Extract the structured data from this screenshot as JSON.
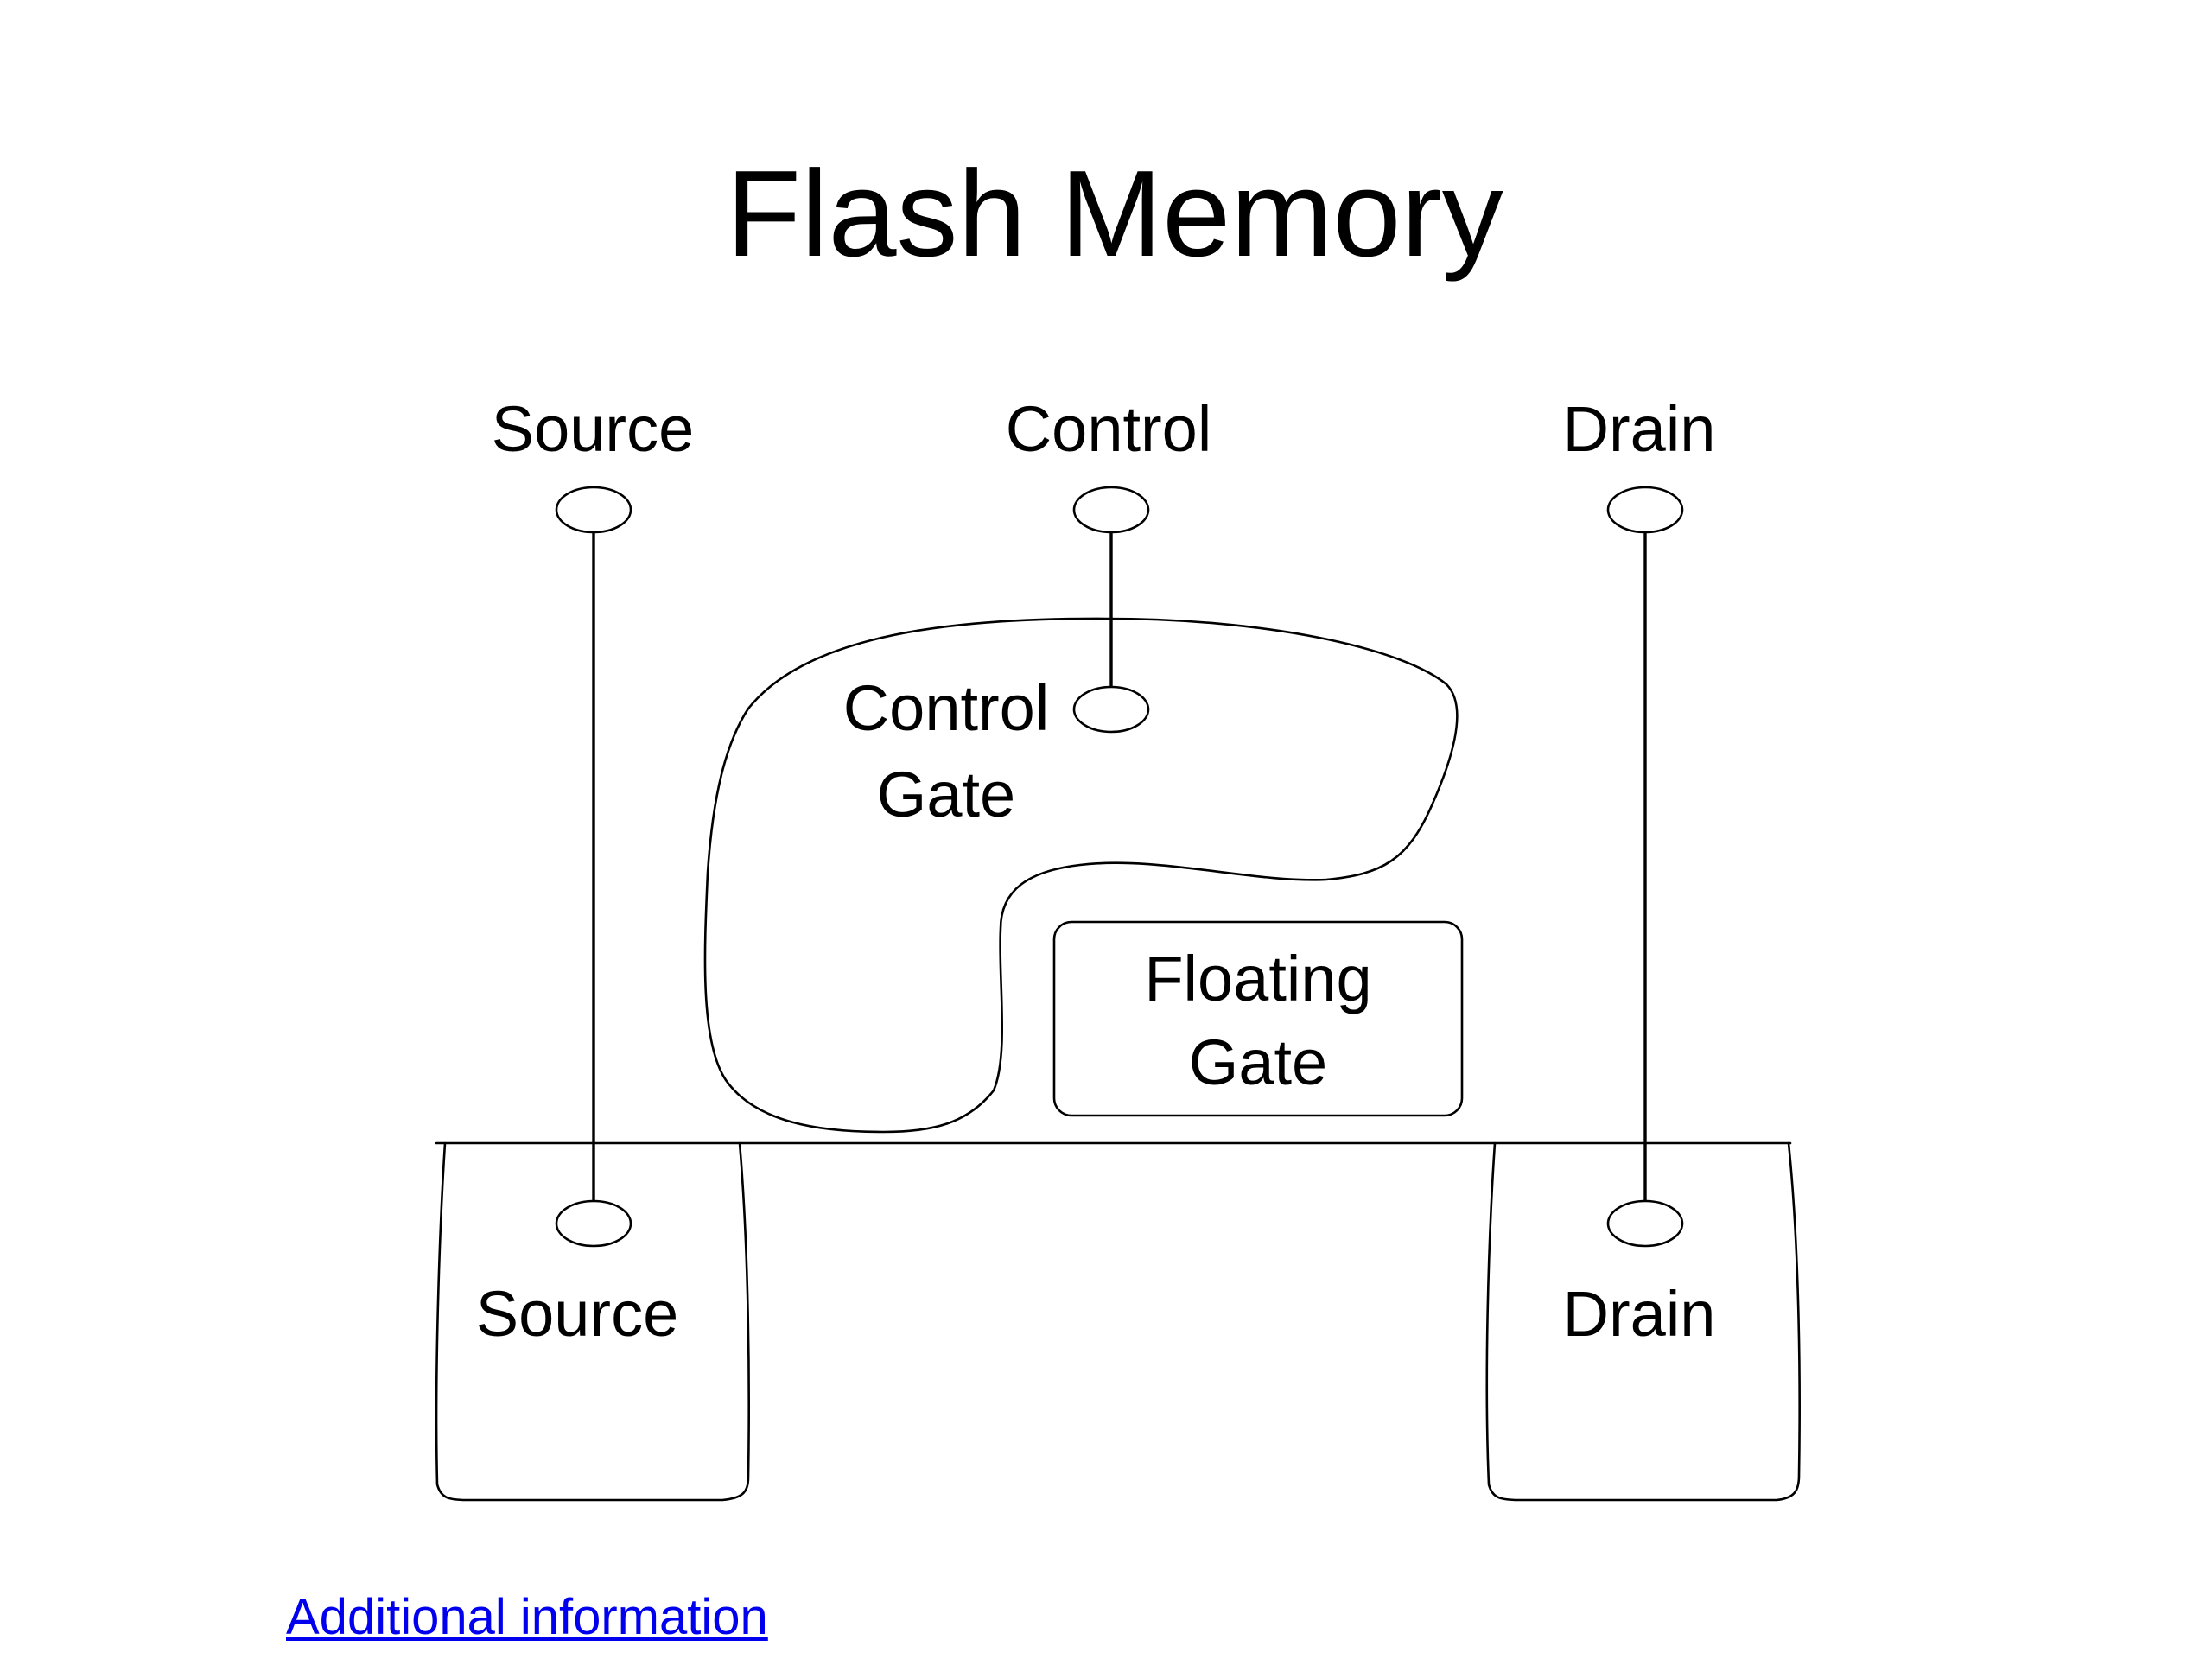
{
  "slide": {
    "title": "Flash Memory",
    "link_text": "Additional information"
  },
  "diagram": {
    "top_terminals": {
      "source": "Source",
      "control": "Control",
      "drain": "Drain"
    },
    "control_gate": {
      "line1": "Control",
      "line2": "Gate"
    },
    "floating_gate": {
      "line1": "Floating",
      "line2": "Gate"
    },
    "regions": {
      "source": "Source",
      "drain": "Drain"
    }
  },
  "colors": {
    "stroke": "#000000",
    "background": "#ffffff",
    "link": "#0000ee"
  }
}
